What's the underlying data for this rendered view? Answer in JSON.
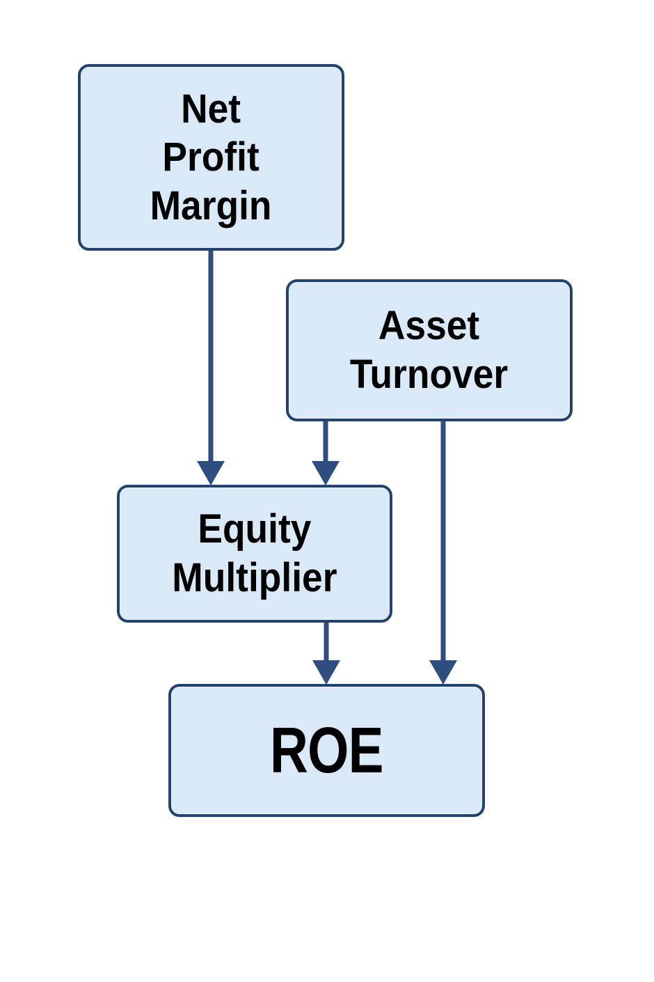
{
  "colors": {
    "background": "#ffffff",
    "node_fill": "#d9e9f8",
    "node_border": "#24426e",
    "arrow": "#2e4e80",
    "text": "#000000"
  },
  "diagram": {
    "type": "flowchart",
    "nodes": [
      {
        "id": "net-profit-margin",
        "lines": [
          "Net",
          "Profit",
          "Margin"
        ]
      },
      {
        "id": "asset-turnover",
        "lines": [
          "Asset",
          "Turnover"
        ]
      },
      {
        "id": "equity-multiplier",
        "lines": [
          "Equity",
          "Multiplier"
        ]
      },
      {
        "id": "roe",
        "lines": [
          "ROE"
        ]
      }
    ],
    "edges": [
      {
        "from": "net-profit-margin",
        "to": "equity-multiplier"
      },
      {
        "from": "asset-turnover",
        "to": "equity-multiplier"
      },
      {
        "from": "asset-turnover",
        "to": "roe"
      },
      {
        "from": "equity-multiplier",
        "to": "roe"
      }
    ]
  }
}
